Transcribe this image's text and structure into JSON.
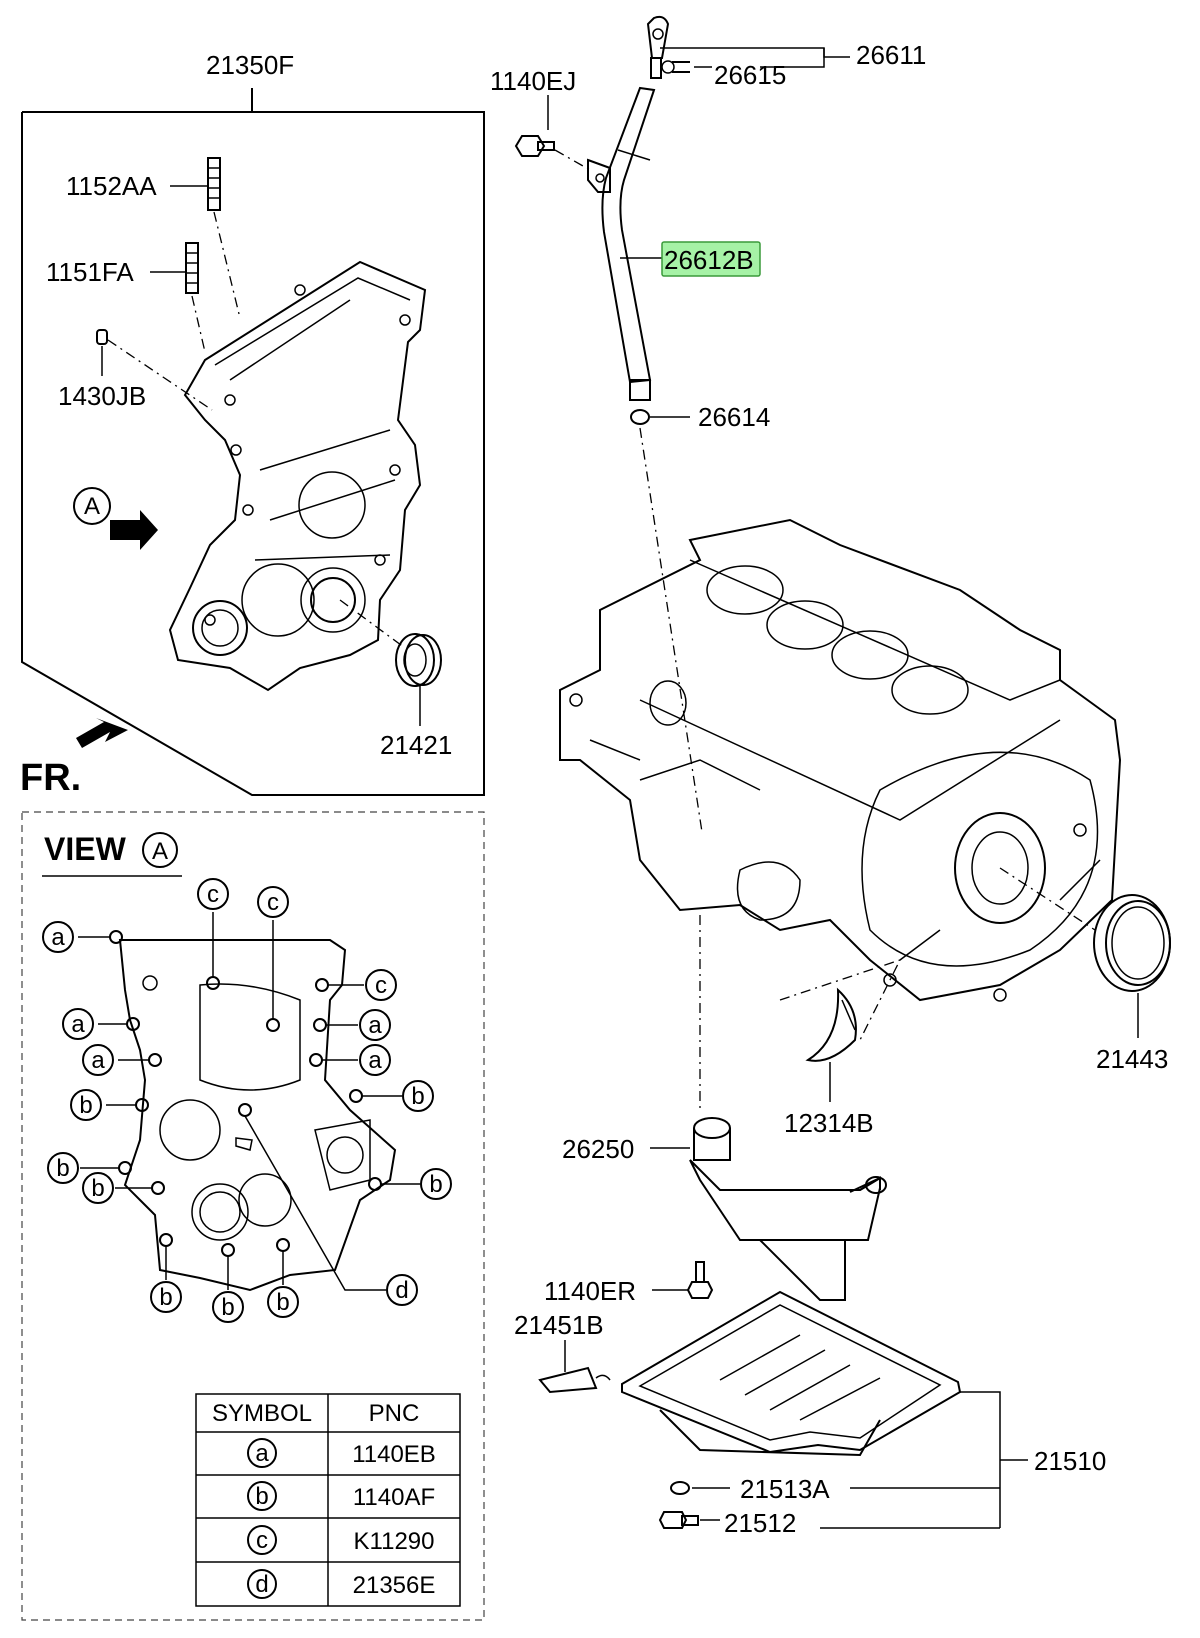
{
  "labels": {
    "cover_assy": "21350F",
    "stud_1152": "1152AA",
    "stud_1151": "1151FA",
    "pin_1430": "1430JB",
    "seal_front": "21421",
    "front": "FR.",
    "bolt_1140ej": "1140EJ",
    "gauge_assy": "26611",
    "gauge_clip": "26615",
    "gauge_tube": "26612B",
    "oring": "26614",
    "seal_rear": "21443",
    "bearing": "12314B",
    "strainer": "26250",
    "bolt_1140er": "1140ER",
    "sealant": "21451B",
    "oil_pan": "21510",
    "gasket": "21513A",
    "drain_plug": "21512"
  },
  "view": {
    "title": "VIEW",
    "marker": "A",
    "arrow_marker": "A"
  },
  "callouts": {
    "a": "a",
    "b": "b",
    "c": "c",
    "d": "d"
  },
  "legend_table": {
    "headers": [
      "SYMBOL",
      "PNC"
    ],
    "rows": [
      {
        "symbol": "a",
        "pnc": "1140EB"
      },
      {
        "symbol": "b",
        "pnc": "1140AF"
      },
      {
        "symbol": "c",
        "pnc": "K11290"
      },
      {
        "symbol": "d",
        "pnc": "21356E"
      }
    ]
  },
  "colors": {
    "highlight_fill": "#a6f2a6",
    "highlight_stroke": "#3a9a3a",
    "line": "#000000"
  }
}
